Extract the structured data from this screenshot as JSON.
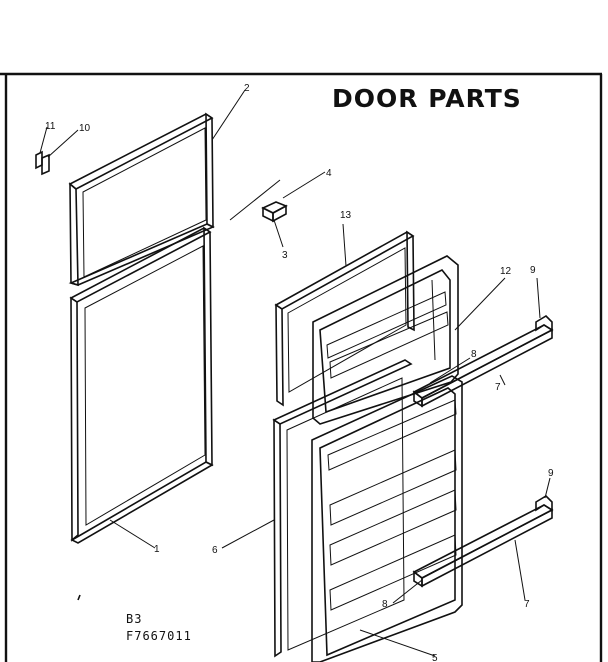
{
  "title": "DOOR PARTS",
  "model_section": "B3",
  "model_number": "F7667011",
  "callouts": {
    "c1": "1",
    "c2": "2",
    "c3": "3",
    "c4": "4",
    "c5": "5",
    "c6": "6",
    "c7a": "7",
    "c7b": "7",
    "c8a": "8",
    "c8b": "8",
    "c9a": "9",
    "c9b": "9",
    "c10": "10",
    "c11": "11",
    "c12": "12",
    "c13": "13"
  }
}
